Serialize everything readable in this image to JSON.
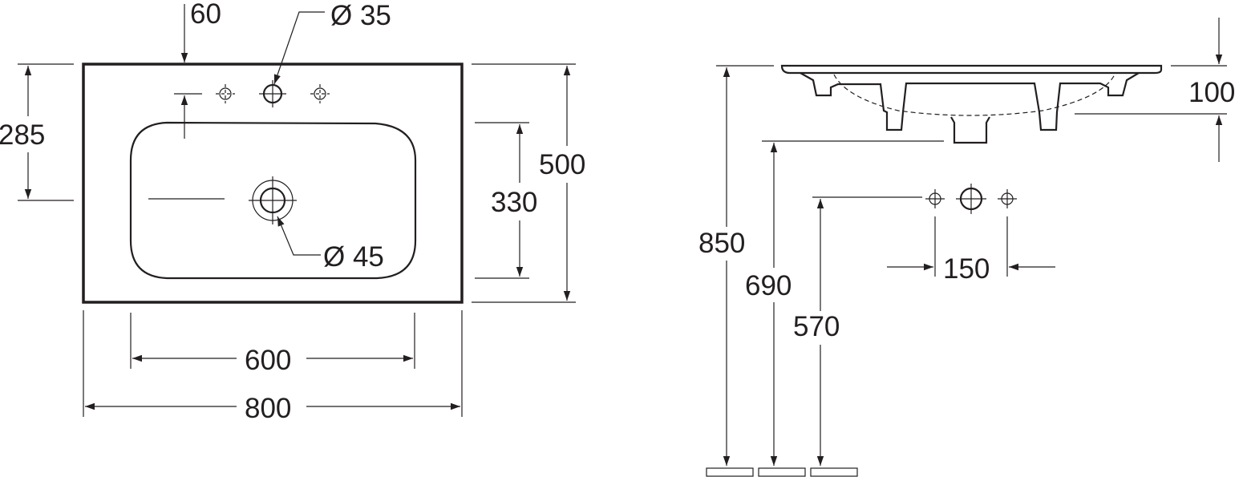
{
  "plan_view": {
    "width_overall": "800",
    "width_basin": "600",
    "depth_overall": "500",
    "depth_basin": "330",
    "tap_hole_offset": "285",
    "tap_hole_from_edge": "60",
    "tap_hole_diameter": "Ø 35",
    "drain_diameter": "Ø 45"
  },
  "side_view": {
    "top_height": "850",
    "underside_height": "690",
    "tap_height": "570",
    "thickness": "100",
    "tap_spacing": "150"
  },
  "colors": {
    "line": "#231f20",
    "background": "#ffffff"
  }
}
